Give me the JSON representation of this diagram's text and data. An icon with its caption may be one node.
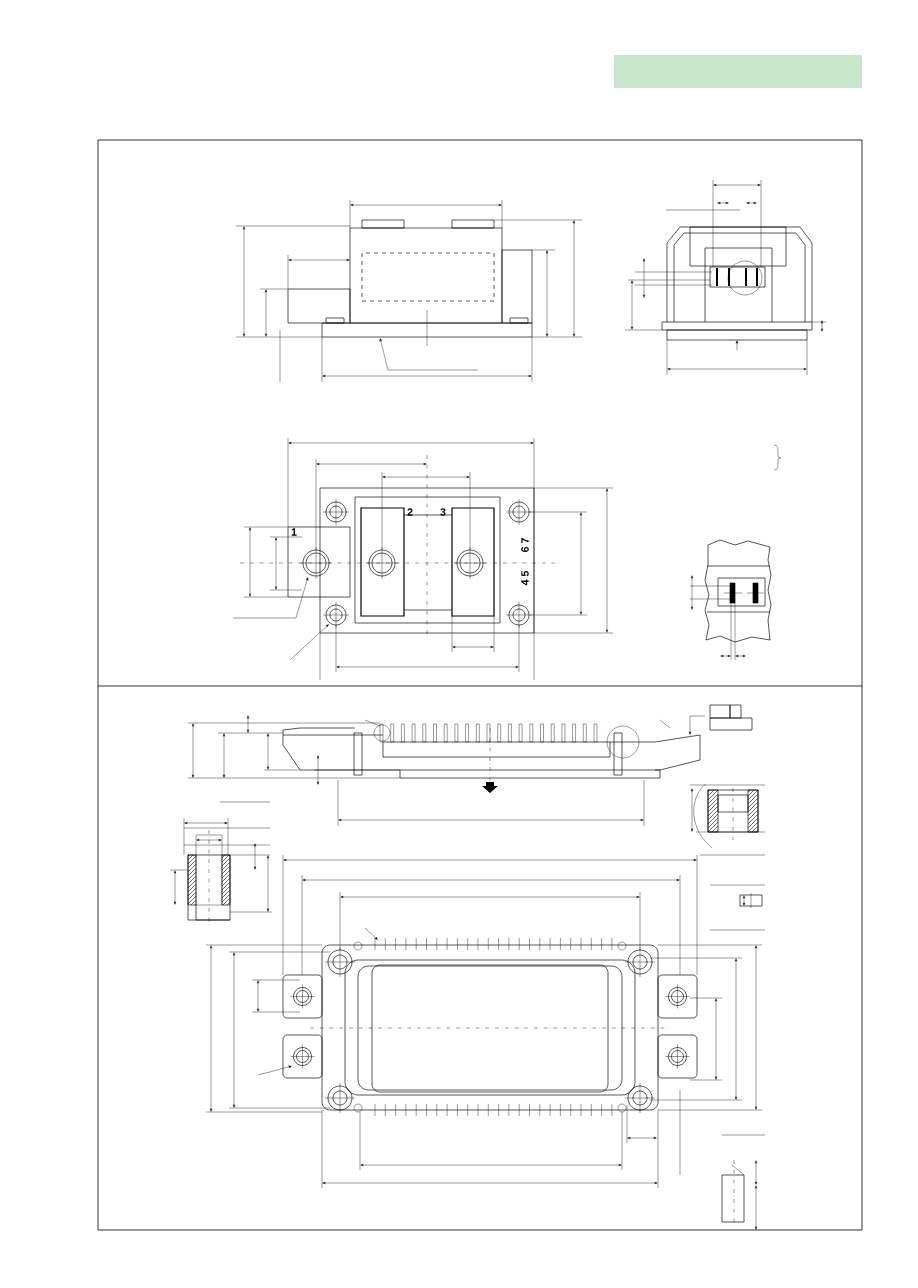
{
  "diagram": {
    "labels": [
      "1",
      "2",
      "3",
      "4 5",
      "6 7"
    ]
  }
}
